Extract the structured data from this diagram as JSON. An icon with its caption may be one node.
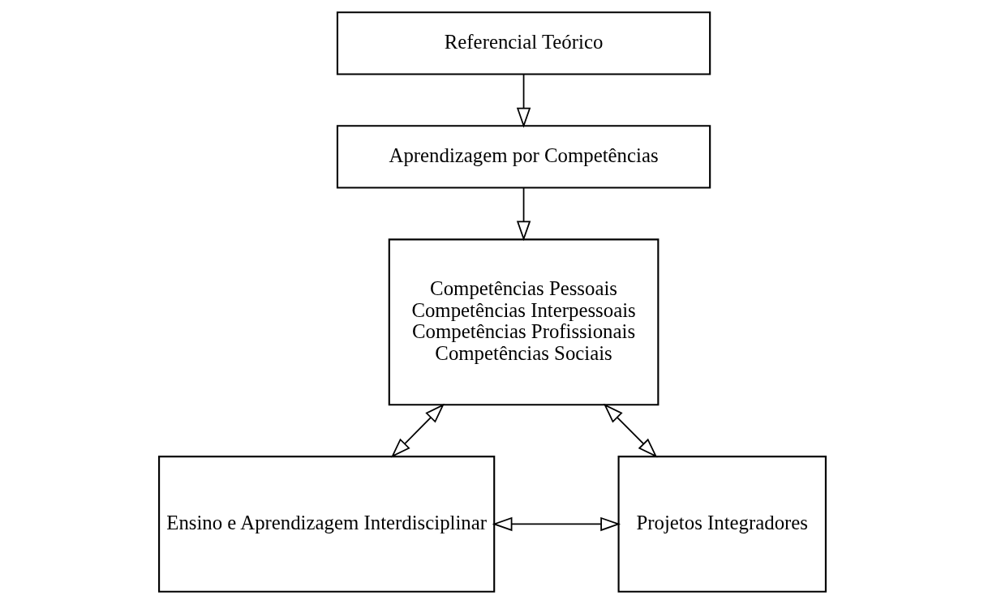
{
  "diagram": {
    "nodes": [
      {
        "text": [
          "Referencial Teórico"
        ]
      },
      {
        "text": [
          "Aprendizagem por Competências"
        ]
      },
      {
        "text": [
          "Competências Pessoais",
          "Competências Interpessoais",
          "Competências Profissionais",
          "Competências Sociais"
        ]
      },
      {
        "text": [
          "Ensino e Aprendizagem Interdisciplinar"
        ]
      },
      {
        "text": [
          "Projetos Integradores"
        ]
      }
    ],
    "edges": [
      {
        "from": 0,
        "to": 1,
        "arrow": "to"
      },
      {
        "from": 1,
        "to": 2,
        "arrow": "to"
      },
      {
        "from": 2,
        "to": 3,
        "arrow": "both"
      },
      {
        "from": 2,
        "to": 4,
        "arrow": "both"
      },
      {
        "from": 3,
        "to": 4,
        "arrow": "both"
      }
    ]
  }
}
